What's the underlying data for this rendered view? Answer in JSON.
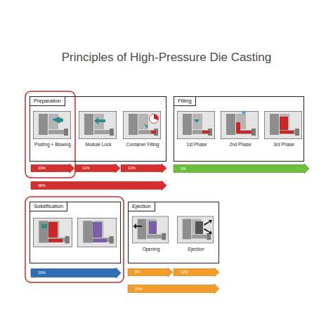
{
  "diagram": {
    "title": "Principles of High-Pressure Die Casting",
    "nodes": [
      {
        "text": [
          "Preparation"
        ]
      },
      {
        "text": [
          "Posting + Blowing"
        ],
        "in": 0
      },
      {
        "text": [
          "Module Lock"
        ],
        "in": 0
      },
      {
        "text": [
          "Container Filling"
        ],
        "in": 0
      },
      {
        "text": [
          "Filling"
        ]
      },
      {
        "text": [
          "1st Phase"
        ],
        "in": 4
      },
      {
        "text": [
          "2nd Phase"
        ],
        "in": 4
      },
      {
        "text": [
          "3rd Phase"
        ],
        "in": 4
      },
      {
        "text": [
          "33%"
        ]
      },
      {
        "text": [
          "11%"
        ]
      },
      {
        "text": [
          "12%"
        ]
      },
      {
        "text": [
          "2%"
        ]
      },
      {
        "text": [
          "38%"
        ]
      },
      {
        "text": [
          "Solidification"
        ]
      },
      {
        "text": [
          "Ejection"
        ]
      },
      {
        "text": [
          "Opening"
        ],
        "in": 14
      },
      {
        "text": [
          "Ejection"
        ],
        "in": 14
      },
      {
        "text": [
          "20%"
        ]
      },
      {
        "text": [
          "8%"
        ]
      },
      {
        "text": [
          "12%"
        ]
      },
      {
        "text": [
          "20%"
        ]
      }
    ],
    "edges": []
  }
}
